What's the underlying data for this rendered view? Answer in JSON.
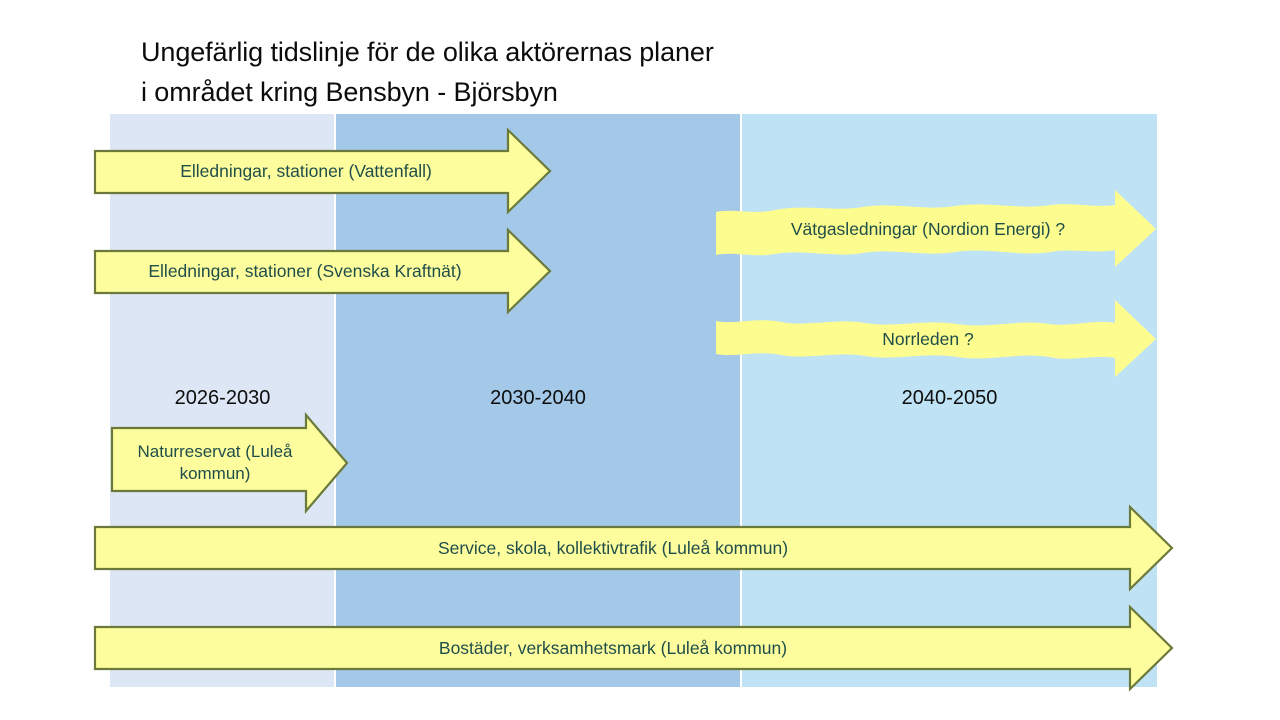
{
  "title": "Ungefärlig tidslinje för de olika aktörernas planer\ni området kring Bensbyn - Björsbyn",
  "colors": {
    "band1": "#dce6f4",
    "band2": "#a3c8e8",
    "band3": "#bfe2f4",
    "arrow_fill": "#fdfd9e",
    "arrow_border": "#6b7a3a",
    "arrow_text": "#1f4e4a",
    "title_text": "#0c0c0c",
    "period_text": "#0d0d0d",
    "background": "#ffffff"
  },
  "periods": [
    {
      "label": "2026-2030"
    },
    {
      "label": "2030-2040"
    },
    {
      "label": "2040-2050"
    }
  ],
  "arrows": [
    {
      "label": "Elledningar, stationer (Vattenfall)",
      "style": "solid",
      "span": "2026-2035"
    },
    {
      "label": "Elledningar, stationer (Svenska Kraftnät)",
      "style": "solid",
      "span": "2026-2035"
    },
    {
      "label": "Vätgasledningar (Nordion Energi) ?",
      "style": "sketch",
      "span": "2040-2050"
    },
    {
      "label": "Norrleden ?",
      "style": "sketch",
      "span": "2040-2050"
    },
    {
      "label": "Naturreservat (Luleå kommun)",
      "style": "solid",
      "span": "2026-2030"
    },
    {
      "label": "Service, skola, kollektivtrafik (Luleå kommun)",
      "style": "solid",
      "span": "2026-2050"
    },
    {
      "label": "Bostäder, verksamhetsmark (Luleå kommun)",
      "style": "solid",
      "span": "2026-2050"
    }
  ],
  "chart_data": {
    "type": "table",
    "title": "Ungefärlig tidslinje för de olika aktörernas planer i området kring Bensbyn - Björsbyn",
    "xlabel": "",
    "ylabel": "",
    "categories": [
      "2026-2030",
      "2030-2040",
      "2040-2050"
    ],
    "series": [
      {
        "name": "Elledningar, stationer (Vattenfall)",
        "values": [
          1,
          1,
          0
        ]
      },
      {
        "name": "Elledningar, stationer (Svenska Kraftnät)",
        "values": [
          1,
          1,
          0
        ]
      },
      {
        "name": "Vätgasledningar (Nordion Energi) ?",
        "values": [
          0,
          0,
          1
        ]
      },
      {
        "name": "Norrleden ?",
        "values": [
          0,
          0,
          1
        ]
      },
      {
        "name": "Naturreservat (Luleå kommun)",
        "values": [
          1,
          0,
          0
        ]
      },
      {
        "name": "Service, skola, kollektivtrafik (Luleå kommun)",
        "values": [
          1,
          1,
          1
        ]
      },
      {
        "name": "Bostäder, verksamhetsmark (Luleå kommun)",
        "values": [
          1,
          1,
          1
        ]
      }
    ]
  }
}
